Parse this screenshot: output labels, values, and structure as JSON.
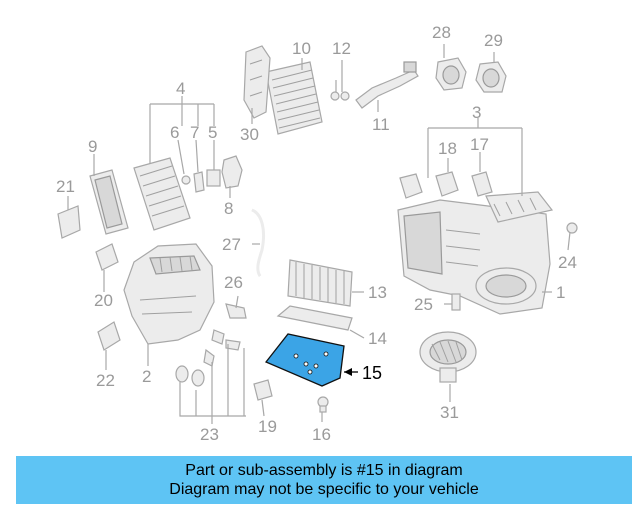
{
  "callouts": [
    "1",
    "2",
    "3",
    "4",
    "5",
    "6",
    "7",
    "8",
    "9",
    "10",
    "11",
    "12",
    "13",
    "14",
    "15",
    "16",
    "17",
    "18",
    "19",
    "20",
    "21",
    "22",
    "23",
    "24",
    "25",
    "26",
    "27",
    "28",
    "29",
    "30",
    "31"
  ],
  "highlighted_part": "15",
  "banner": {
    "line1": "Part or sub-assembly is #15 in diagram",
    "line2": "Diagram may not be specific to your vehicle"
  },
  "colors": {
    "highlight": "#3ba4e6",
    "banner": "#5ec4f4"
  }
}
